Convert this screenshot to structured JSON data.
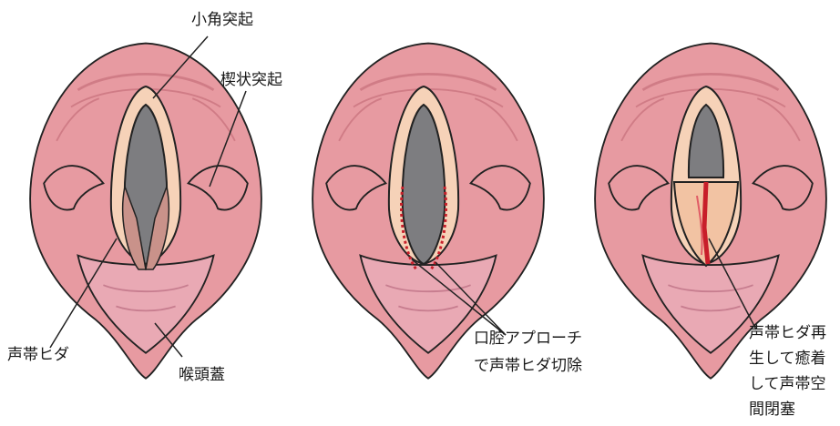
{
  "labels": {
    "arytenoid_corniculate": "小角突起",
    "cuneiform": "楔状突起",
    "vocal_fold": "声帯ヒダ",
    "epiglottis": "喉頭蓋",
    "oral_approach_line1": "口腔アプローチ",
    "oral_approach_line2": "で声帯ヒダ切除",
    "regen_line1": "声帯ヒダ再",
    "regen_line2": "生して癒着",
    "regen_line3": "して声帯空",
    "regen_line4": "間閉塞"
  },
  "colors": {
    "outer": "#e79aa1",
    "outer_dark": "#d98189",
    "ring": "#f6d2b8",
    "fold": "#c9928a",
    "airway": "#7d7d80",
    "epiglottis": "#e9a9b4",
    "scar": "#f2c3a3",
    "blood": "#c81e2a",
    "line": "#222222"
  }
}
